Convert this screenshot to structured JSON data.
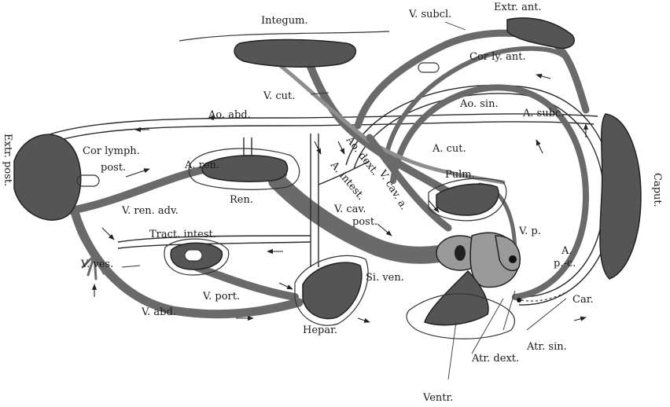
{
  "labels": {
    "integum": "Integum.",
    "v_subcl": "V. subcl.",
    "extr_ant": "Extr. ant.",
    "cor_ly_ant": "Cor ly. ant.",
    "v_cut": "V. cut.",
    "ao_abd": "Ao. abd.",
    "ao_sin": "Ao. sin.",
    "a_subc": "A. subc.",
    "extr_post": "Extr. post.",
    "cor_lymph": "Cor lymph.",
    "post": "post.",
    "a_ren": "A. ren.",
    "ao_dext": "Ao. dext.",
    "a_intest": "A. intest.",
    "v_cav_a": "V. cav. a.",
    "a_cut": "A. cut.",
    "pulm": "Pulm.",
    "caput": "Caput.",
    "ren": "Ren.",
    "v_ren_adv": "V. ren. adv.",
    "v_cav": "V. cav.",
    "v_cav_post": "post.",
    "v_p": "V. p.",
    "a_pc_1": "A.",
    "a_pc_2": "p.-c.",
    "tract_intest": "Tract. intest.",
    "v_ves": "V. ves.",
    "si_ven": "Si. ven.",
    "v_port": "V. port.",
    "car": "Car.",
    "v_abd": "V. abd.",
    "hepar": "Hepar.",
    "atr_sin": "Atr. sin.",
    "atr_dext": "Atr. dext.",
    "ventr": "Ventr."
  }
}
